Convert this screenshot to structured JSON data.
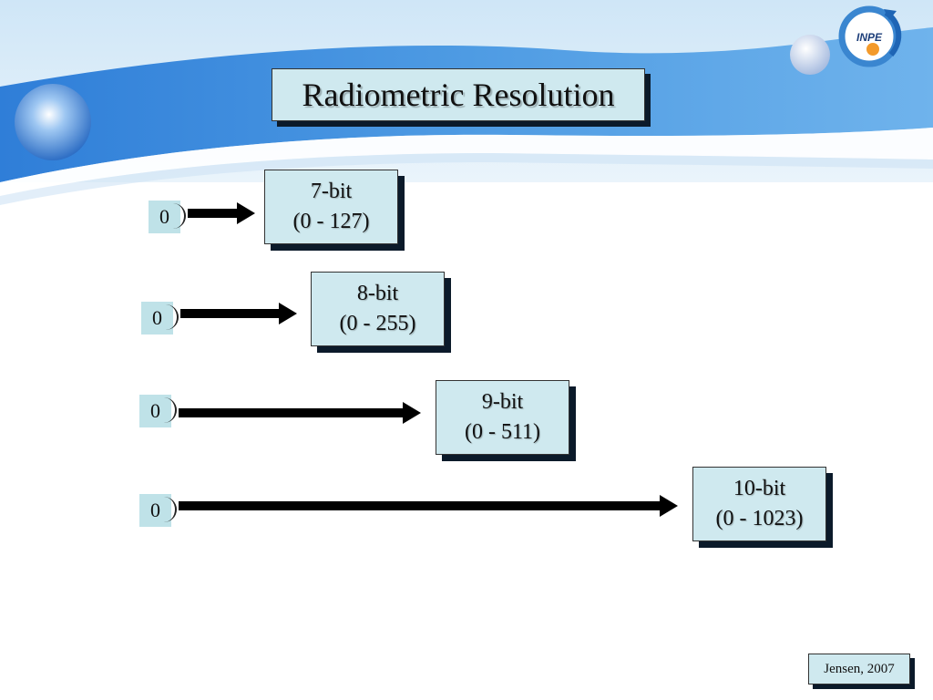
{
  "slide": {
    "title": "Radiometric Resolution",
    "credit": "Jensen, 2007",
    "logo_text": "INPE"
  },
  "rows": [
    {
      "start": "0",
      "bits": "7-bit",
      "range": "(0 - 127)"
    },
    {
      "start": "0",
      "bits": "8-bit",
      "range": "(0 - 255)"
    },
    {
      "start": "0",
      "bits": "9-bit",
      "range": "(0 - 511)"
    },
    {
      "start": "0",
      "bits": "10-bit",
      "range": "(0 - 1023)"
    }
  ],
  "colors": {
    "box_fill": "#cfe9ef",
    "header_blue": "#3d86d6",
    "shadow": "#0b1a2a"
  }
}
